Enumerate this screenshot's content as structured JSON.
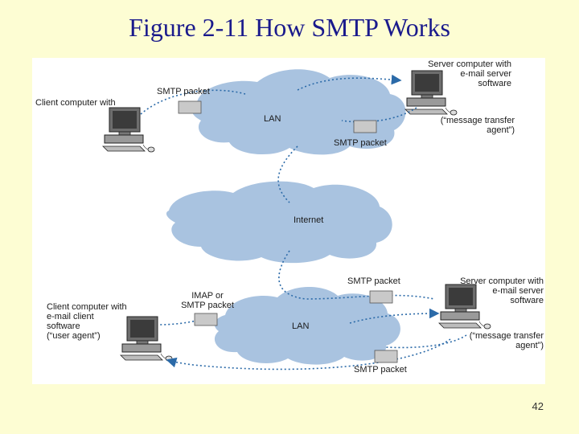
{
  "slide": {
    "title": "Figure 2-11 How SMTP Works",
    "page_number": "42"
  },
  "diagram": {
    "top": {
      "client_label": "Client computer with",
      "server_label_1": "Server computer with",
      "server_label_2": "e-mail server",
      "server_label_3": "software",
      "mta_label_1": "(“message transfer",
      "mta_label_2": "agent”)",
      "packet_label_top": "SMTP packet",
      "packet_label_bottom": "SMTP packet",
      "cloud_label": "LAN"
    },
    "internet_label": "Internet",
    "bottom": {
      "client_label_1": "Client computer with",
      "client_label_2": "e-mail client",
      "client_label_3": "software",
      "client_label_4": "(“user agent”)",
      "imap_label_1": "IMAP or",
      "imap_label_2": "SMTP packet",
      "packet_label_top": "SMTP packet",
      "packet_label_bottom": "SMTP packet",
      "server_label_1": "Server computer with",
      "server_label_2": "e-mail server",
      "server_label_3": "software",
      "mta_label_1": "(“message transfer",
      "mta_label_2": "agent”)",
      "cloud_label": "LAN"
    },
    "colors": {
      "cloud": "#a9c3e0",
      "arrow": "#2b6aa8",
      "packet": "#c9c9c9",
      "title": "#1a1a8c",
      "background": "#fdfdd3"
    }
  }
}
